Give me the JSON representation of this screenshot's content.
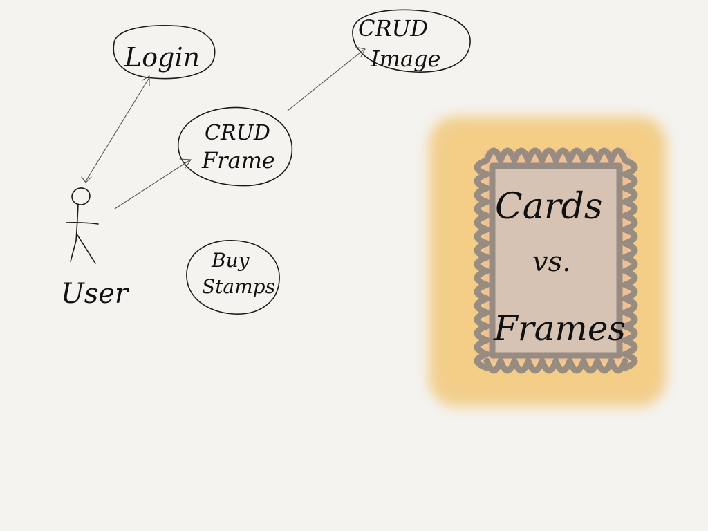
{
  "actor": {
    "label": "User"
  },
  "use_cases": [
    {
      "id": "login",
      "lines": [
        "Login"
      ]
    },
    {
      "id": "crud-frame",
      "lines": [
        "CRUD",
        "Frame"
      ]
    },
    {
      "id": "crud-image",
      "lines": [
        "CRUD",
        "Image"
      ]
    },
    {
      "id": "buy-stamps",
      "lines": [
        "Buy",
        "Stamps"
      ]
    }
  ],
  "stamp": {
    "lines": [
      "Cards",
      "vs.",
      "Frames"
    ]
  },
  "colors": {
    "paper": "#f4f3f0",
    "ink": "#111111",
    "stamp_glow": "#f2c26b",
    "stamp_border": "#8f8680",
    "stamp_fill": "#d2c3b8",
    "stamp_pink": "#e9b5a8"
  }
}
